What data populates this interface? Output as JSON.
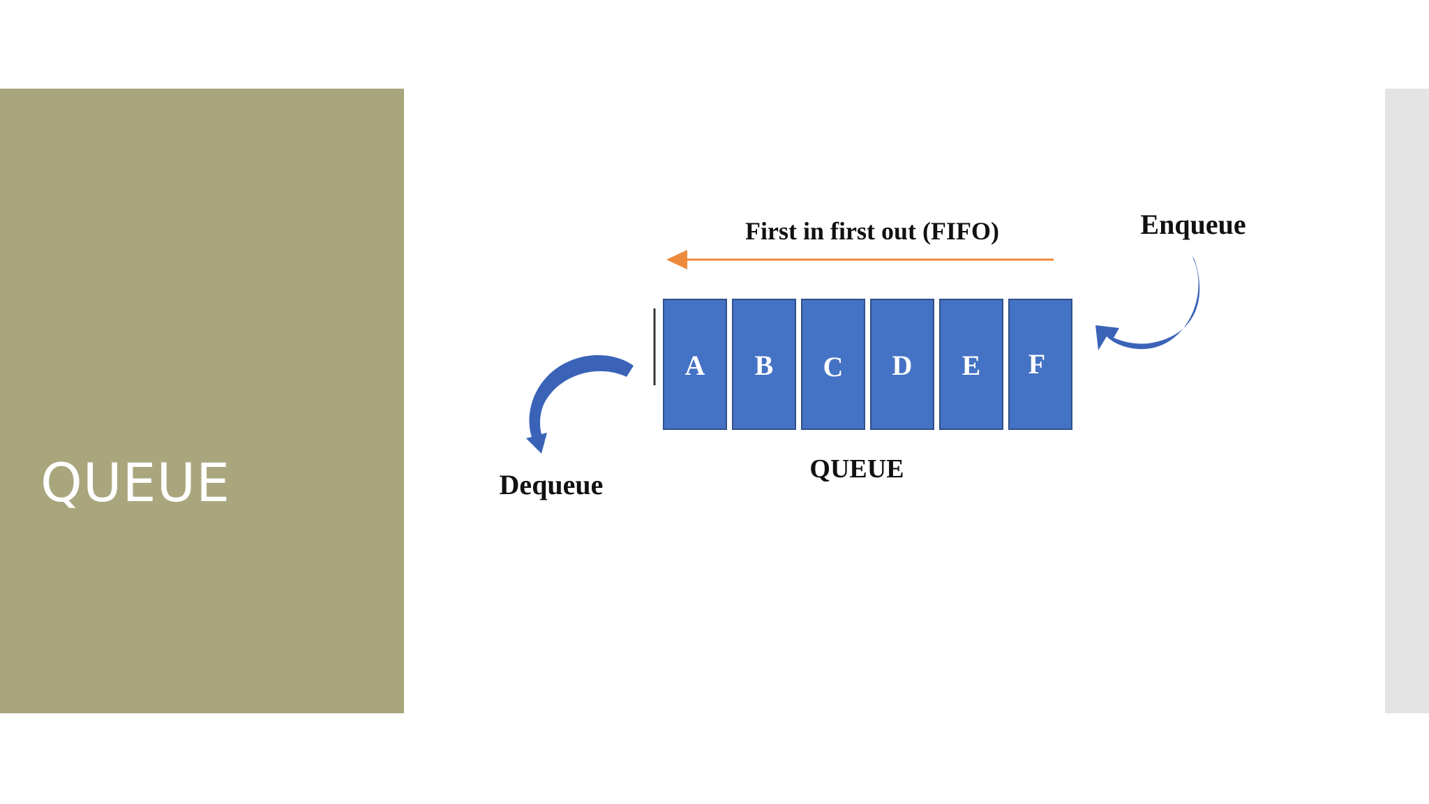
{
  "slide": {
    "title": "QUEUE"
  },
  "diagram": {
    "fifo_label": "First in first out (FIFO)",
    "enqueue_label": "Enqueue",
    "dequeue_label": "Dequeue",
    "queue_label": "QUEUE",
    "cells": [
      "A",
      "B",
      "C",
      "D",
      "E",
      "F"
    ],
    "colors": {
      "panel": "#a9a67e",
      "cell_fill": "#4472c4",
      "cell_border": "#2f4f8a",
      "curved_arrow": "#3a63b8",
      "fifo_arrow": "#ee8a3c"
    }
  }
}
